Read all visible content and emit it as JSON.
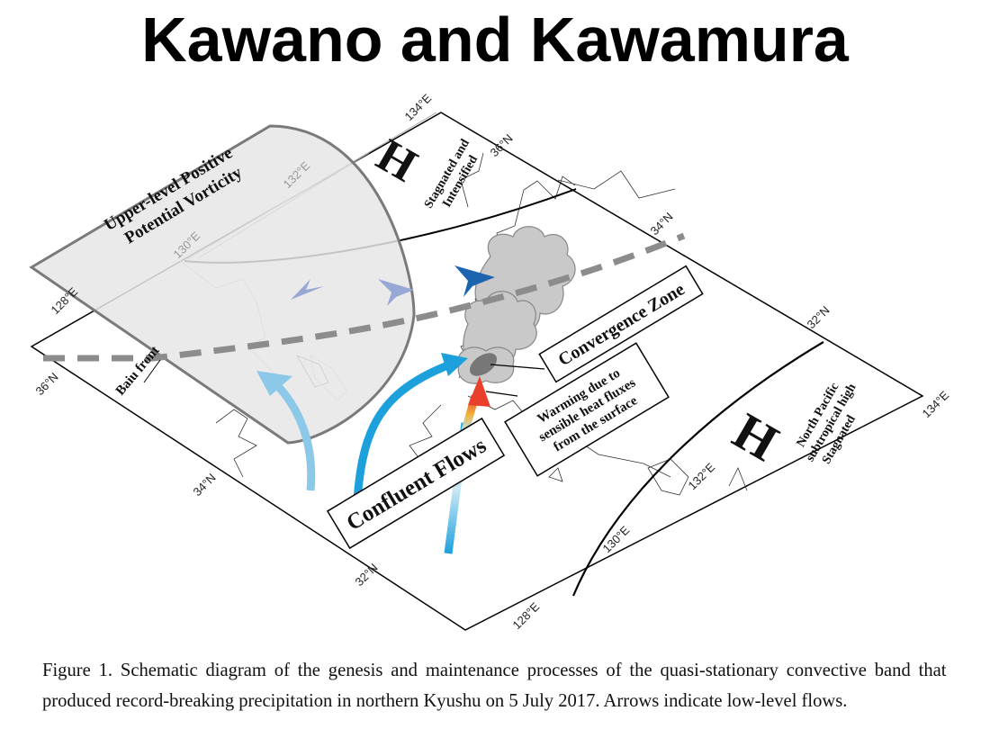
{
  "title": "Kawano and Kawamura",
  "figure": {
    "grid_labels": {
      "lon_top_134": "134°E",
      "lat_top_36": "36°N",
      "lat_top_34": "34°N",
      "lat_right_32": "32°N",
      "lon_right_134": "134°E",
      "lon_bottom_132": "132°E",
      "lon_bottom_130": "130°E",
      "lon_bottom_128": "128°E",
      "lat_left_32": "32°N",
      "lat_left_34": "34°N",
      "lat_left_36": "36°N",
      "lon_left_128": "128°E",
      "lon_inner_130": "130°E",
      "lon_inner_132": "132°E"
    },
    "upper_pv": {
      "line1": "Upper-level Positive",
      "line2": "Potential Vorticity"
    },
    "high_north": {
      "symbol": "H",
      "line1": "Stagnated and",
      "line2": "Intensified"
    },
    "high_south": {
      "symbol": "H",
      "line1": "North Pacific",
      "line2": "subtropical high",
      "line3": "Stagnated"
    },
    "baiu_front": "Baiu front",
    "convergence_zone": "Convergence Zone",
    "warming": {
      "line1": "Warming due to",
      "line2": "sensible heat fluxes",
      "line3": "from the surface"
    },
    "confluent_flows": "Confluent Flows",
    "colors": {
      "pv_fill": "#e6e6e6",
      "flow_blue": "#1da1dc",
      "dark_blue": "#1c64b0",
      "pale_blue": "#97a8d4",
      "warm_red": "#e8402a",
      "front_gray": "#8c8c8c"
    }
  },
  "caption": "Figure 1. Schematic diagram of the genesis and maintenance processes of the quasi-stationary convective band that produced record-breaking precipitation in northern Kyushu on 5 July 2017. Arrows indicate low-level flows."
}
